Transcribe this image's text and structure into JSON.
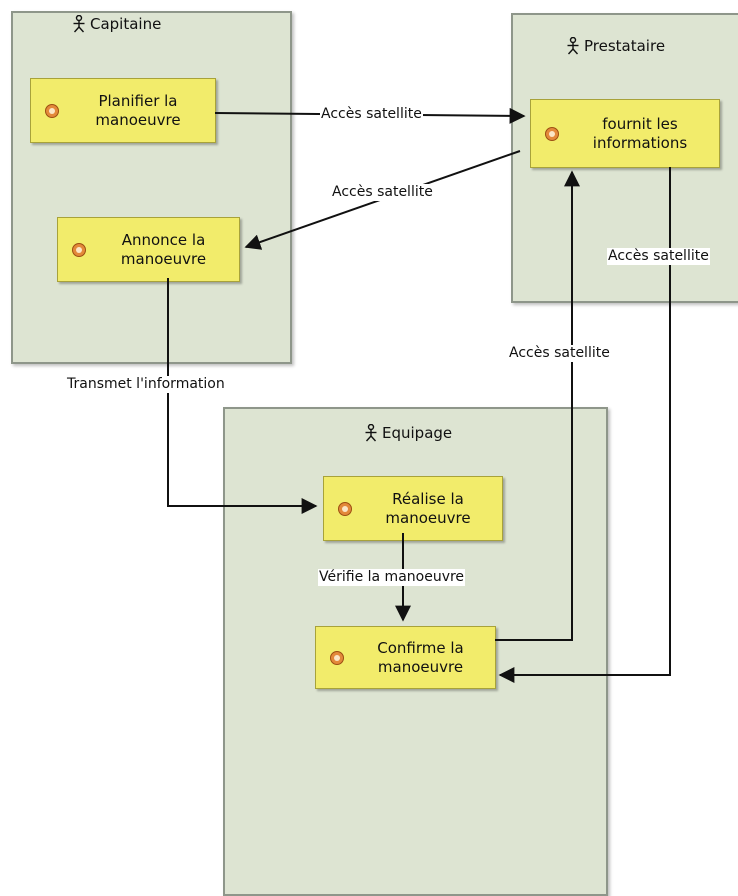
{
  "lanes": {
    "capitaine": "Capitaine",
    "prestataire": "Prestataire",
    "equipage": "Equipage"
  },
  "activities": {
    "planifier": "Planifier la\nmanoeuvre",
    "annonce": "Annonce la\nmanoeuvre",
    "fournit": "fournit les\ninformations",
    "realise": "Réalise la\nmanoeuvre",
    "confirme": "Confirme la\nmanoeuvre"
  },
  "edges": {
    "planifier_to_fournit": "Accès satellite",
    "fournit_to_annonce": "Accès satellite",
    "fournit_to_confirme": "Accès satellite",
    "confirme_to_fournit": "Accès satellite",
    "annonce_to_realise": "Transmet l'information",
    "realise_to_confirme": "Vérifie la manoeuvre"
  },
  "icons": {
    "actor": "stick-figure-icon",
    "activity": "activity-icon"
  },
  "colors": {
    "lane_fill": "#dde4d2",
    "activity_fill": "#f2ec6b",
    "arrow": "#111111"
  }
}
